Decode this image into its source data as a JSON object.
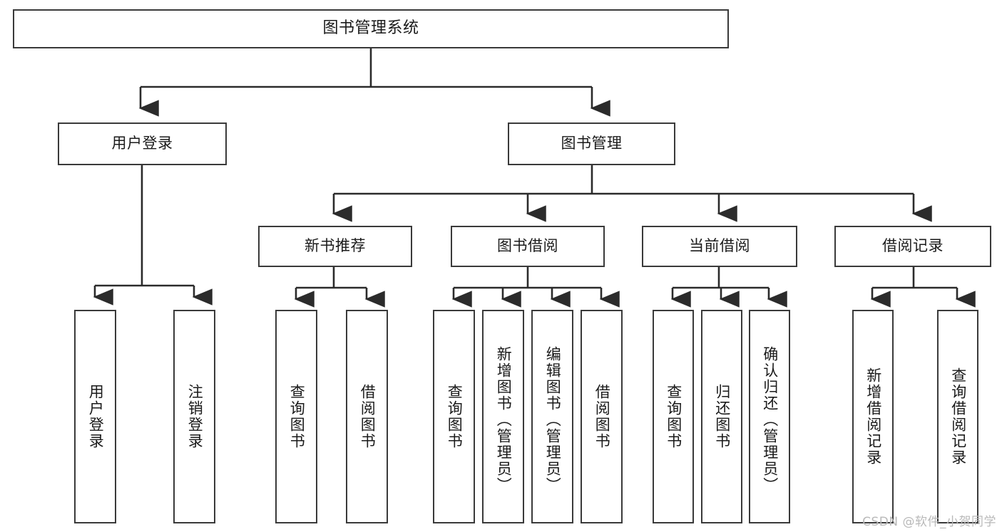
{
  "diagram": {
    "title": "图书管理系统",
    "type": "tree-hierarchy-chart",
    "watermark": "CSDN @软件_小贺同学",
    "colors": {
      "box_border": "#3a3a3a",
      "box_fill": "#ffffff",
      "connector": "#2b2b2b",
      "text": "#1a1a1a",
      "watermark": "#b9b9b9"
    },
    "root": {
      "label": "图书管理系统"
    },
    "level2": [
      {
        "label": "用户登录"
      },
      {
        "label": "图书管理"
      }
    ],
    "level3": [
      {
        "label": "新书推荐"
      },
      {
        "label": "图书借阅"
      },
      {
        "label": "当前借阅"
      },
      {
        "label": "借阅记录"
      }
    ],
    "leaves": {
      "user_login": [
        {
          "label": "用户登录"
        },
        {
          "label": "注销登录"
        }
      ],
      "new_book_recommend": [
        {
          "label": "查询图书"
        },
        {
          "label": "借阅图书"
        }
      ],
      "book_borrow": [
        {
          "label": "查询图书"
        },
        {
          "label": "新增图书（管理员）"
        },
        {
          "label": "编辑图书（管理员）"
        },
        {
          "label": "借阅图书"
        }
      ],
      "current_borrow": [
        {
          "label": "查询图书"
        },
        {
          "label": "归还图书"
        },
        {
          "label": "确认归还（管理员）"
        }
      ],
      "borrow_record": [
        {
          "label": "新增借阅记录"
        },
        {
          "label": "查询借阅记录"
        }
      ]
    }
  }
}
